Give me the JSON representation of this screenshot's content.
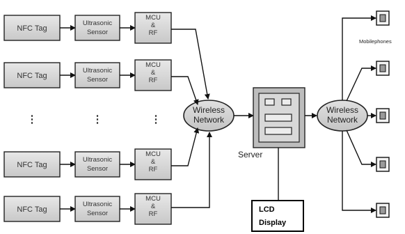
{
  "rows": [
    {
      "nfc": "NFC Tag",
      "sensor": [
        "Ultrasonic",
        "Sensor"
      ],
      "mcu": [
        "MCU",
        "&",
        "RF"
      ]
    },
    {
      "nfc": "NFC Tag",
      "sensor": [
        "Ultrasonic",
        "Sensor"
      ],
      "mcu": [
        "MCU",
        "&",
        "RF"
      ]
    },
    {
      "nfc": "NFC Tag",
      "sensor": [
        "Ultrasonic",
        "Sensor"
      ],
      "mcu": [
        "MCU",
        "&",
        "RF"
      ]
    },
    {
      "nfc": "NFC Tag",
      "sensor": [
        "Ultrasonic",
        "Sensor"
      ],
      "mcu": [
        "MCU",
        "&",
        "RF"
      ]
    }
  ],
  "ellipsis": "⋮",
  "wireless_network_left": [
    "Wireless",
    "Network"
  ],
  "wireless_network_right": [
    "Wireless",
    "Network"
  ],
  "server_label": "Server",
  "lcd_display": [
    "LCD",
    "Display"
  ],
  "mobilephones_label": "Mobilephones",
  "mobile_count": 5
}
